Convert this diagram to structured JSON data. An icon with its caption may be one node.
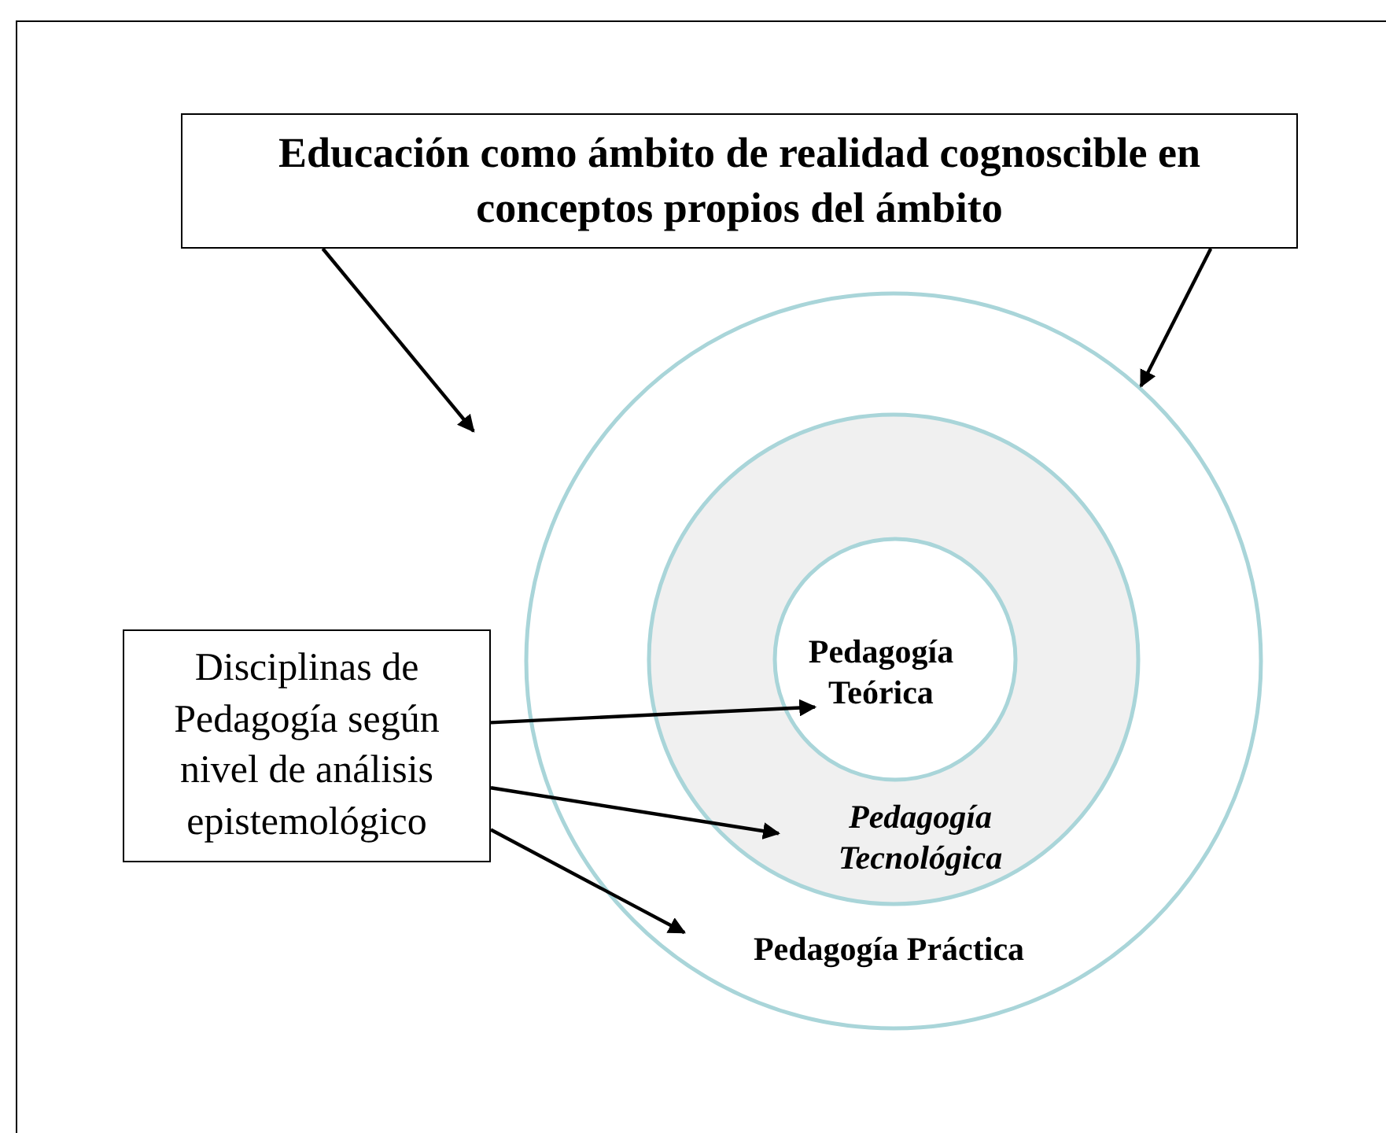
{
  "diagram": {
    "nodes": [
      {
        "text": [
          "Educación como ámbito de realidad cognoscible en conceptos propios del ámbito"
        ]
      },
      {
        "text": [
          "Pedagogía Práctica"
        ]
      },
      {
        "text": [
          "Pedagogía Tecnológica"
        ],
        "in": 1
      },
      {
        "text": [
          "Pedagogía Teórica"
        ],
        "in": 2
      },
      {
        "text": [
          "Disciplinas de Pedagogía según nivel de análisis epistemológico"
        ]
      }
    ],
    "edges": [
      {
        "from": 0,
        "to": null,
        "arrow": "to"
      },
      {
        "from": 0,
        "to": 1,
        "arrow": "to"
      },
      {
        "from": 4,
        "to": 3,
        "arrow": "to"
      },
      {
        "from": 4,
        "to": 2,
        "arrow": "to"
      },
      {
        "from": 4,
        "to": 1,
        "arrow": "to"
      }
    ]
  }
}
